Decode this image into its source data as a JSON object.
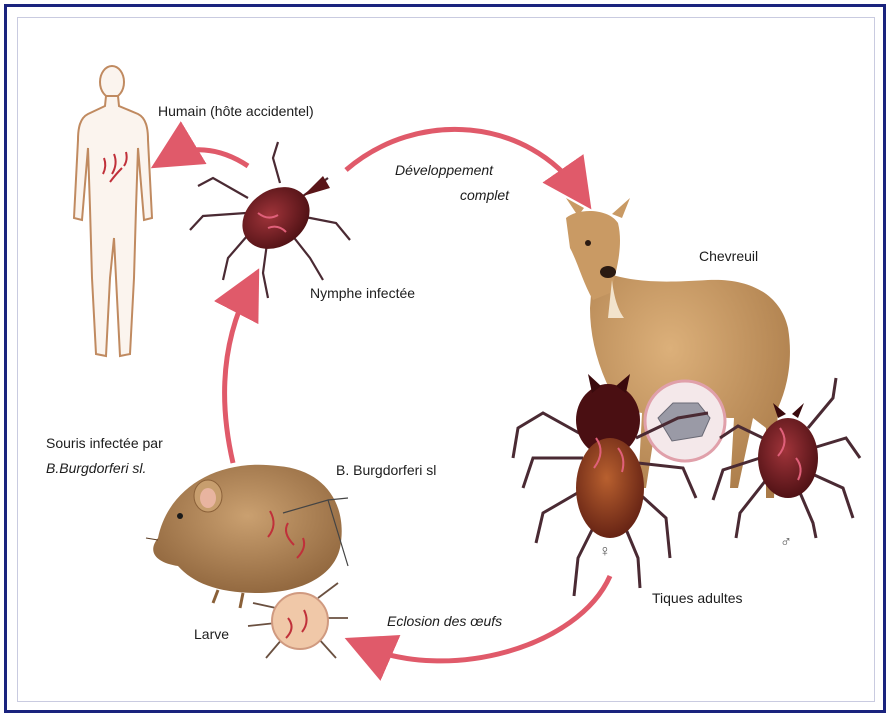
{
  "labels": {
    "human": "Humain (hôte accidentel)",
    "development_1": "Développement",
    "development_2": "complet",
    "deer": "Chevreuil",
    "nymph": "Nymphe infectée",
    "mouse_1": "Souris infectée par",
    "mouse_2": "B.Burgdorferi sl.",
    "bacteria": "B. Burgdorferi sl",
    "larva": "Larve",
    "hatching": "Eclosion des œufs",
    "adults": "Tiques adultes",
    "female_symbol": "♀",
    "male_symbol": "♂"
  },
  "colors": {
    "frame": "#1a237e",
    "arrow": "#e05a6a",
    "tick_body": "#6b1a1e",
    "tick_legs": "#4a2a33",
    "deer": "#c99a64",
    "mouse": "#b58a5a",
    "human_outline": "#c08a60"
  }
}
